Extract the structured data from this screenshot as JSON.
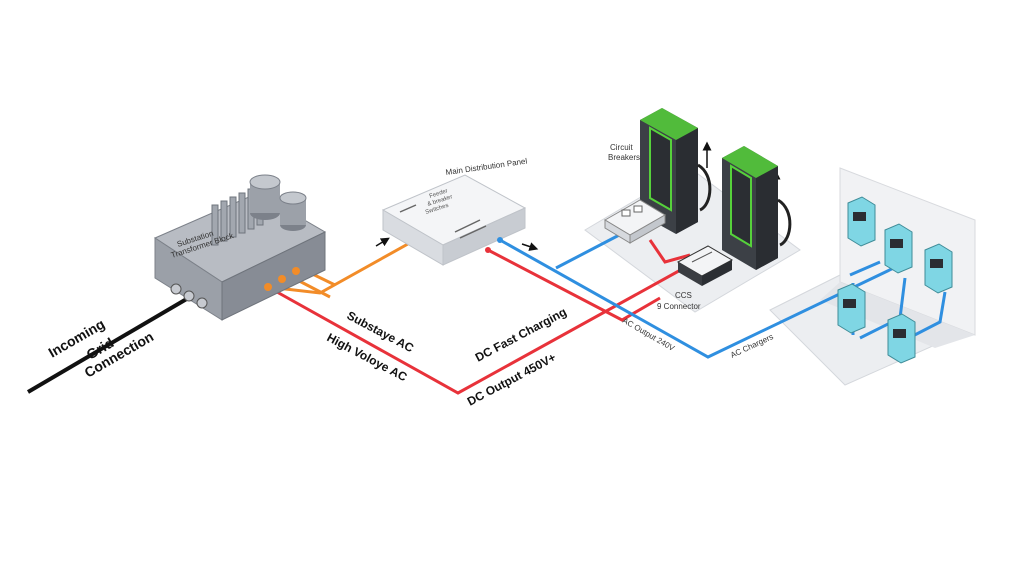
{
  "labels": {
    "incoming_1": "Incoming",
    "incoming_2": "Grid",
    "incoming_3": "Connection",
    "transformer_1": "Substation",
    "transformer_2": "Transformer Block",
    "substation_ac": "Substaye AC",
    "high_voltage_ac": "High Voloye AC",
    "panel_title": "Main Distribution Panel",
    "panel_line_1": "Feeder",
    "panel_line_2": "& breaker",
    "panel_line_3": "Switches",
    "dc_fast_charging": "DC Fast Charging",
    "dc_output": "DC Output 450V+",
    "circuit_breakers_1": "Circuit",
    "circuit_breakers_2": "Breakers",
    "ccs_1": "CCS",
    "ccs_2": "9  Connector",
    "ac_output": "AC Output 240V",
    "ac_chargers": "AC Chargers"
  },
  "colors": {
    "grid_line": "#111111",
    "orange_line": "#f28c28",
    "red_line": "#e8323a",
    "blue_line": "#2f8fe0",
    "charger_accent": "#56d13b",
    "wallbox": "#7fd6e4"
  }
}
